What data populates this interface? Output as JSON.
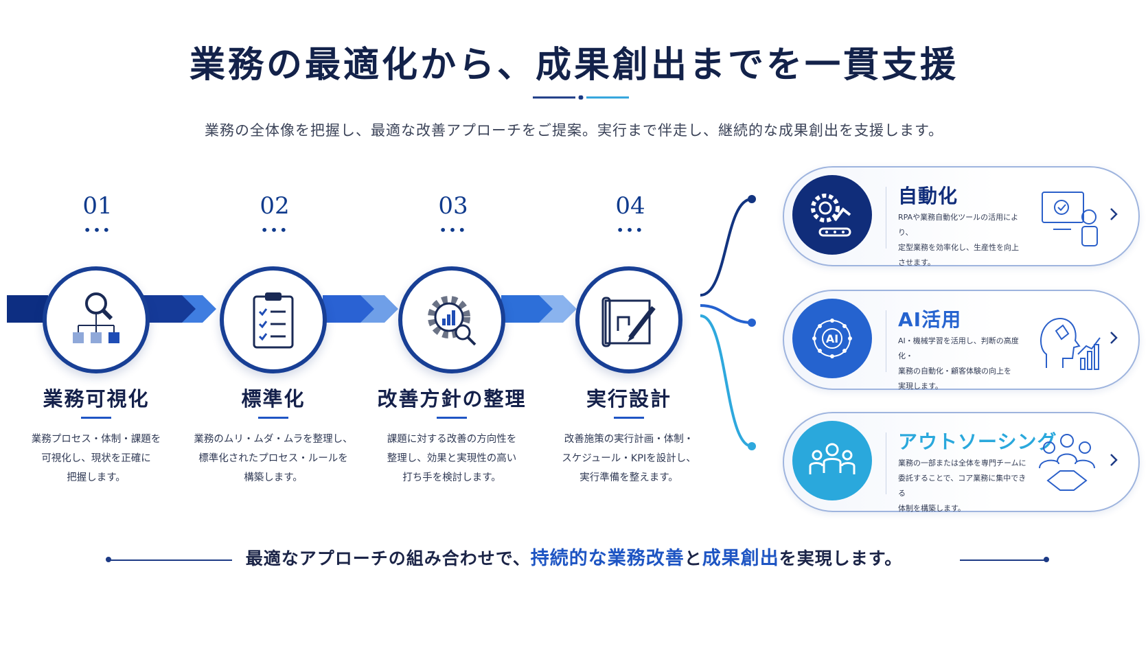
{
  "title": "業務の最適化から、成果創出までを一貫支援",
  "subtitle": "業務の全体像を把握し、最適な改善アプローチをご提案。実行まで伴走し、継続的な成果創出を支援します。",
  "steps": [
    {
      "num": "01",
      "dots": "•••",
      "icon": "search-flowchart-icon",
      "title": "業務可視化",
      "desc1": "業務プロセス・体制・課題を",
      "desc2": "可視化し、現状を正確に",
      "desc3": "把握します。"
    },
    {
      "num": "02",
      "dots": "•••",
      "icon": "checklist-clipboard-icon",
      "title": "標準化",
      "desc1": "業務のムリ・ムダ・ムラを整理し、",
      "desc2": "標準化されたプロセス・ルールを",
      "desc3": "構築します。"
    },
    {
      "num": "03",
      "dots": "•••",
      "icon": "gear-analytics-icon",
      "title": "改善方針の整理",
      "desc1": "課題に対する改善の方向性を",
      "desc2": "整理し、効果と実現性の高い",
      "desc3": "打ち手を検討します。"
    },
    {
      "num": "04",
      "dots": "•••",
      "icon": "blueprint-pencil-icon",
      "title": "実行設計",
      "desc1": "改善施策の実行計画・体制・",
      "desc2": "スケジュール・KPIを設計し、",
      "desc3": "実行準備を整えます。"
    }
  ],
  "cards": [
    {
      "title": "自動化",
      "desc1": "RPAや業務自動化ツールの活用により、",
      "desc2": "定型業務を効率化し、生産性を向上",
      "desc3": "させます。",
      "icon": "robot-gear-icon",
      "illus": "robot-monitor-icon",
      "color": "#102d7a"
    },
    {
      "title": "AI活用",
      "desc1": "AI・機械学習を活用し、判断の高度化・",
      "desc2": "業務の自動化・顧客体験の向上を",
      "desc3": "実現します。",
      "ai_label": "AI",
      "icon": "ai-network-icon",
      "illus": "ai-head-chart-icon",
      "color": "#2563cf"
    },
    {
      "title": "アウトソーシング",
      "desc1": "業務の一部または全体を専門チームに",
      "desc2": "委託することで、コア業務に集中できる",
      "desc3": "体制を構築します。",
      "icon": "team-icon",
      "illus": "team-handshake-icon",
      "color": "#2aa8dc"
    }
  ],
  "bottom": {
    "part1": "最適なアプローチの組み合わせで、",
    "hl1": "持続的な業務改善",
    "part2": "と",
    "hl2": "成果創出",
    "part3": "を実現します。"
  }
}
